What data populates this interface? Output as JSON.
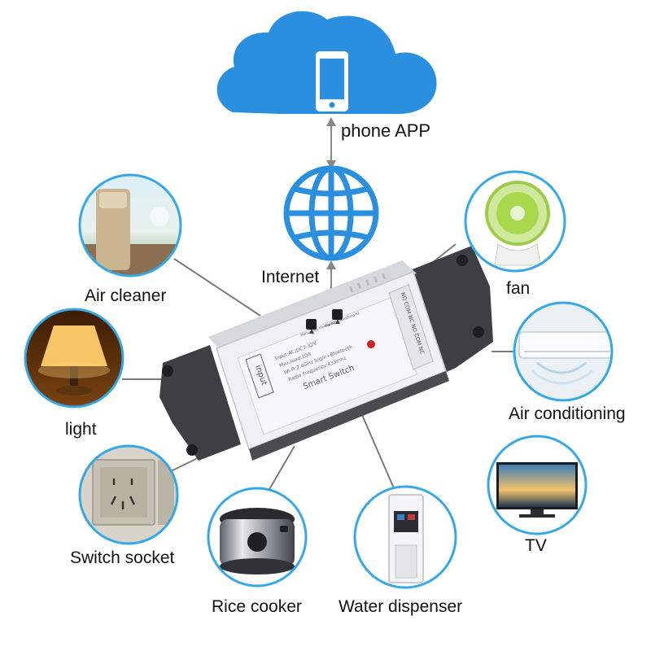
{
  "cloud": {
    "label": "phone APP",
    "color": "#2b8fe0"
  },
  "internet": {
    "label": "Internet",
    "color": "#2b8fe0"
  },
  "device": {
    "input_tag": "input",
    "product_name": "Smart Switch",
    "spec_lines": [
      "Input:AC/DC7-32V",
      "Max.load:10A",
      "Wi-Fi:2.4GHz b/g/n+Bluetooth",
      "Radio Frequency:433mhz"
    ],
    "button_labels": [
      "Manual key Inching R2",
      "Manual key Inching R1"
    ],
    "terminal_text": "NO COM NC NO COM NC"
  },
  "appliances": [
    {
      "id": "air-cleaner",
      "label": "Air cleaner",
      "icon": "air-cleaner-icon"
    },
    {
      "id": "light",
      "label": "light",
      "icon": "lamp-icon"
    },
    {
      "id": "switch-socket",
      "label": "Switch socket",
      "icon": "socket-icon"
    },
    {
      "id": "rice-cooker",
      "label": "Rice cooker",
      "icon": "rice-cooker-icon"
    },
    {
      "id": "water-dispenser",
      "label": "Water dispenser",
      "icon": "water-dispenser-icon"
    },
    {
      "id": "tv",
      "label": "TV",
      "icon": "tv-icon"
    },
    {
      "id": "air-conditioning",
      "label": "Air conditioning",
      "icon": "air-conditioner-icon"
    },
    {
      "id": "fan",
      "label": "fan",
      "icon": "fan-icon"
    }
  ],
  "colors": {
    "ring": "#36a8e8",
    "line": "#7a7a7a",
    "device_shell": "#eef0f1",
    "device_dark": "#3d3f42"
  }
}
